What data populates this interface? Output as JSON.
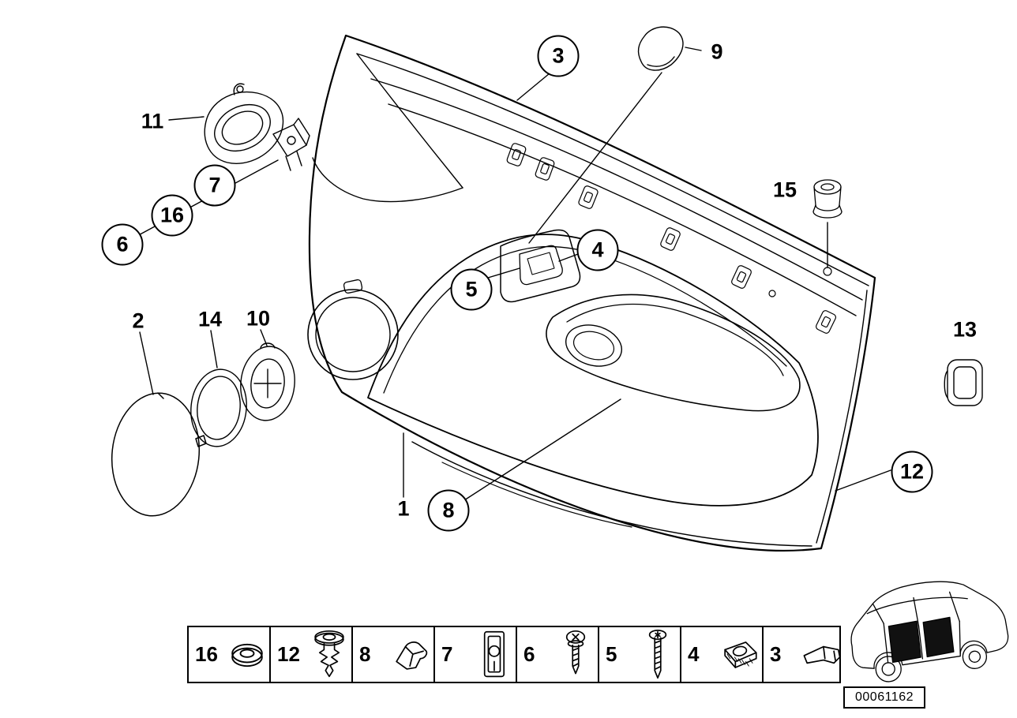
{
  "page": {
    "background": "#ffffff",
    "line_color": "#000000"
  },
  "callouts": {
    "c1": {
      "label": "1",
      "style": "plain"
    },
    "c2": {
      "label": "2",
      "style": "plain"
    },
    "c3": {
      "label": "3",
      "style": "circled"
    },
    "c4": {
      "label": "4",
      "style": "circled"
    },
    "c5": {
      "label": "5",
      "style": "circled"
    },
    "c6": {
      "label": "6",
      "style": "circled"
    },
    "c7": {
      "label": "7",
      "style": "circled"
    },
    "c8": {
      "label": "8",
      "style": "circled"
    },
    "c9": {
      "label": "9",
      "style": "plain"
    },
    "c10": {
      "label": "10",
      "style": "plain"
    },
    "c11": {
      "label": "11",
      "style": "plain"
    },
    "c12": {
      "label": "12",
      "style": "circled"
    },
    "c13": {
      "label": "13",
      "style": "plain"
    },
    "c14": {
      "label": "14",
      "style": "plain"
    },
    "c15": {
      "label": "15",
      "style": "plain"
    },
    "c16": {
      "label": "16",
      "style": "circled"
    }
  },
  "legend": {
    "items": [
      {
        "label": "16",
        "part": "grommet-washer"
      },
      {
        "label": "12",
        "part": "expansion-rivet"
      },
      {
        "label": "8",
        "part": "spring-clip"
      },
      {
        "label": "7",
        "part": "connector-housing"
      },
      {
        "label": "6",
        "part": "screw-short"
      },
      {
        "label": "5",
        "part": "screw-long"
      },
      {
        "label": "4",
        "part": "speed-nut"
      },
      {
        "label": "3",
        "part": "trim-clip"
      }
    ]
  },
  "footer": {
    "document_number": "00061162"
  }
}
